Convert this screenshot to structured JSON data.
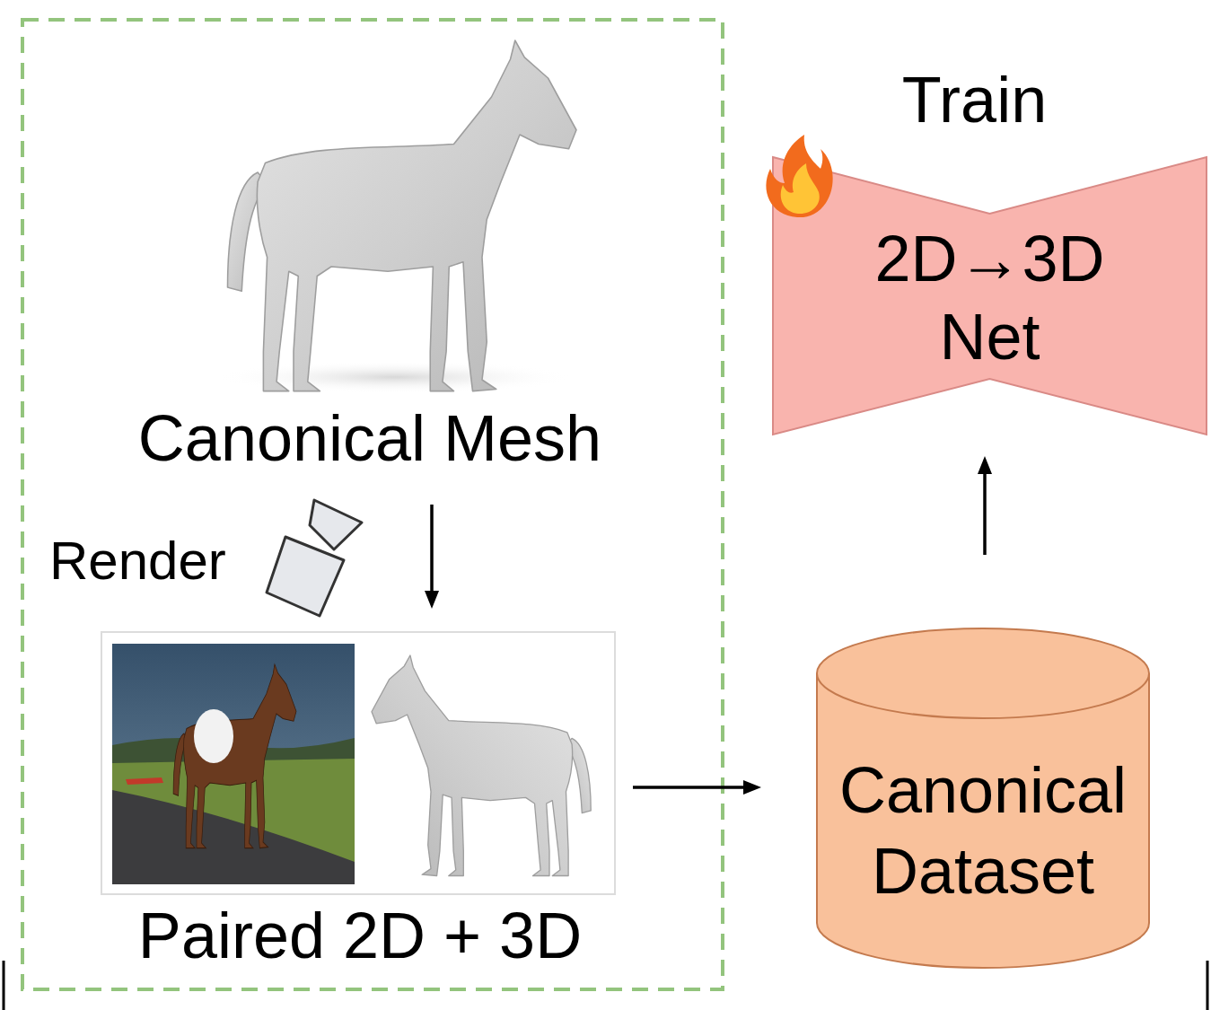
{
  "diagram": {
    "nodes": [
      {
        "text": [
          "Canonical Mesh"
        ]
      },
      {
        "text": [
          "Paired 2D + 3D"
        ]
      },
      {
        "text": [
          "Canonical Dataset"
        ]
      },
      {
        "text": [
          "Train",
          "2D→3D Net"
        ]
      }
    ],
    "edges": [
      {
        "from": 0,
        "to": 1,
        "arrow": "to"
      },
      {
        "from": 1,
        "to": 2,
        "arrow": "to"
      },
      {
        "from": 2,
        "to": 3,
        "arrow": "to"
      }
    ],
    "labels": [
      "Render"
    ]
  }
}
